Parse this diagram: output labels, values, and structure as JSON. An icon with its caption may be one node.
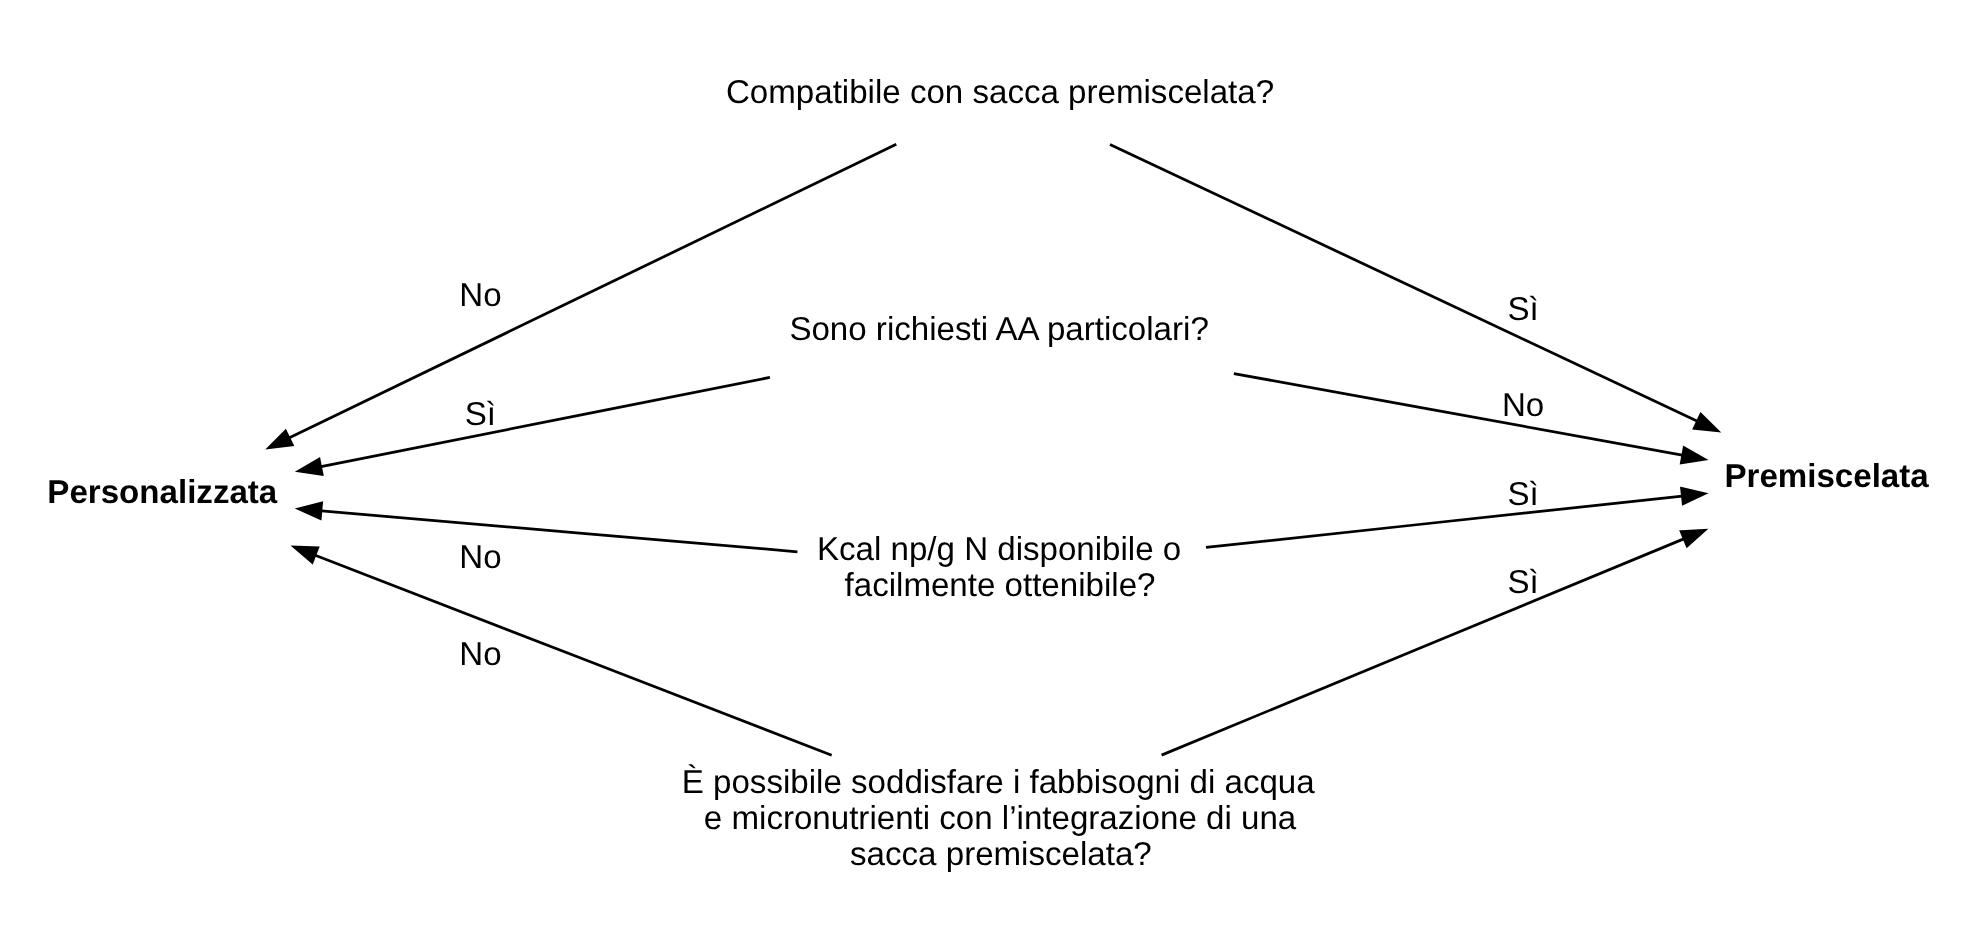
{
  "diagram": {
    "nodes": [
      {
        "text": [
          "Compatibile con sacca premiscelata?"
        ]
      },
      {
        "text": [
          "Sono richiesti AA particolari?"
        ]
      },
      {
        "text": [
          "Kcal np/g N disponibile o facilmente ottenibile?"
        ]
      },
      {
        "text": [
          "È possibile soddisfare i fabbisogni di acqua e micronutrienti con l’integrazione di una sacca premiscelata?"
        ]
      },
      {
        "text": [
          "Personalizzata"
        ]
      },
      {
        "text": [
          "Premiscelata"
        ]
      }
    ],
    "edges": [
      {
        "from": 0,
        "to": 4,
        "label": "No",
        "arrow": "to"
      },
      {
        "from": 0,
        "to": 5,
        "label": "Sì",
        "arrow": "to"
      },
      {
        "from": 1,
        "to": 4,
        "label": "Sì",
        "arrow": "to"
      },
      {
        "from": 1,
        "to": 5,
        "label": "No",
        "arrow": "to"
      },
      {
        "from": 2,
        "to": 4,
        "label": "No",
        "arrow": "to"
      },
      {
        "from": 2,
        "to": 5,
        "label": "Sì",
        "arrow": "to"
      },
      {
        "from": 3,
        "to": 4,
        "label": "No",
        "arrow": "to"
      },
      {
        "from": 3,
        "to": 5,
        "label": "Sì",
        "arrow": "to"
      }
    ]
  }
}
